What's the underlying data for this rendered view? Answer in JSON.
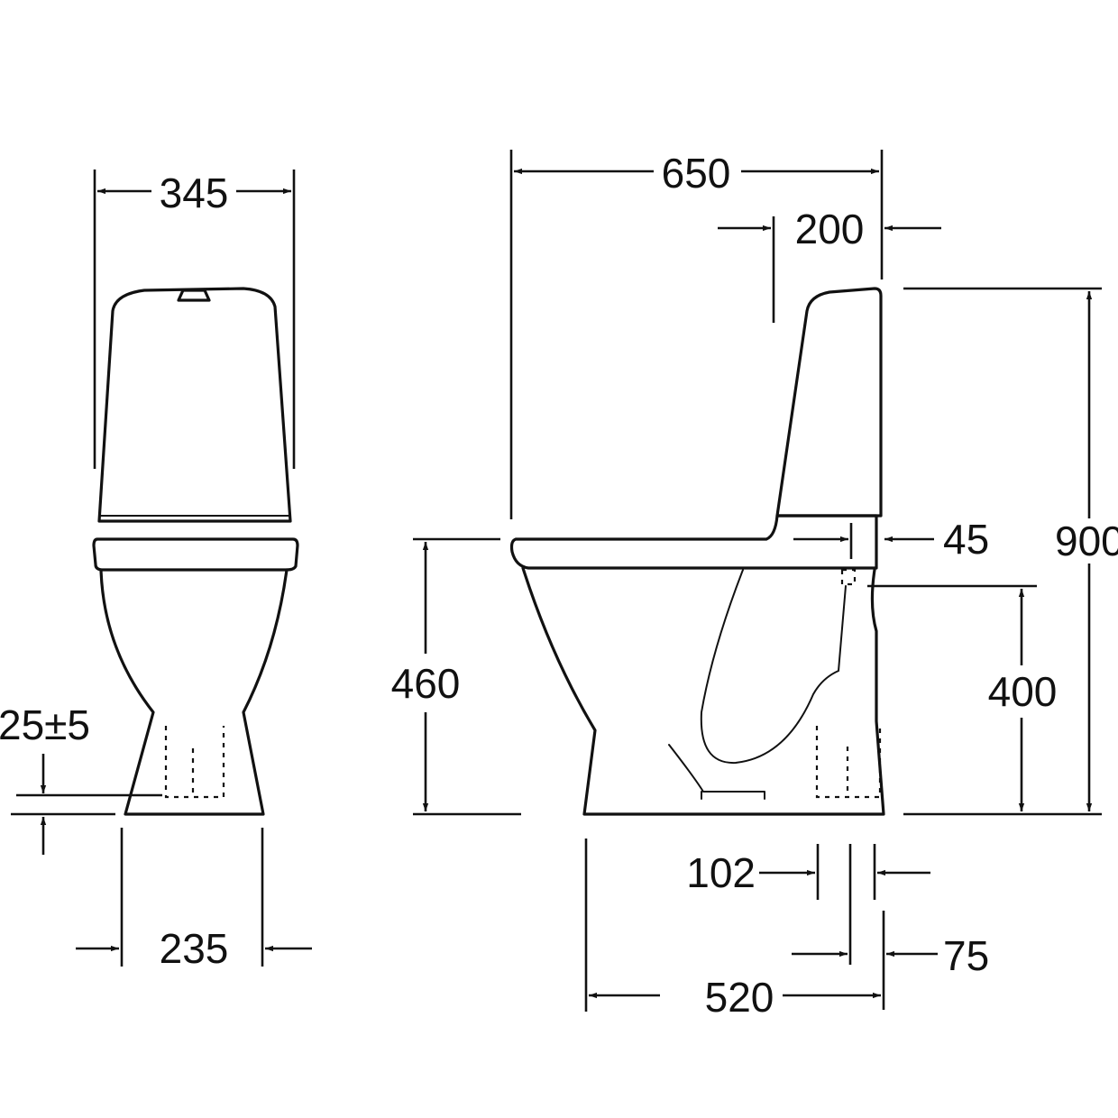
{
  "dimensions": {
    "front_width": "345",
    "front_base_width": "235",
    "front_offset": "25±5",
    "side_total_length": "650",
    "side_tank_depth": "200",
    "side_total_height": "900",
    "side_seat_height": "460",
    "side_outlet_height": "400",
    "side_wall_gap": "45",
    "side_outlet_width": "102",
    "side_outlet_offset": "75",
    "side_base_length": "520"
  }
}
